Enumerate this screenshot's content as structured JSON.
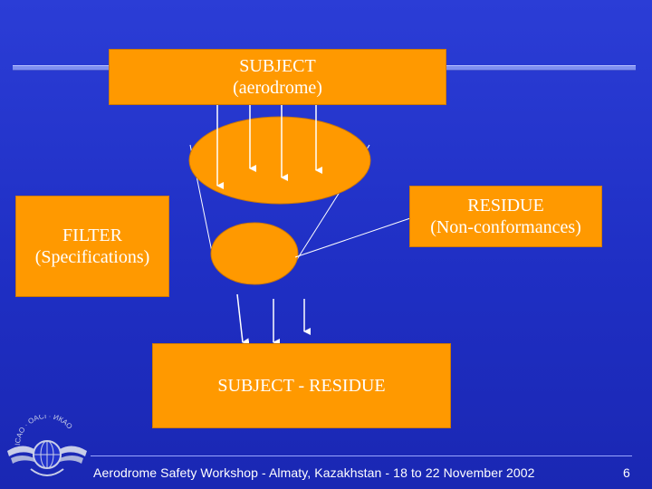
{
  "diagram": {
    "subject_box": {
      "line1": "SUBJECT",
      "line2": "(aerodrome)"
    },
    "filter_box": {
      "line1": "FILTER",
      "line2": "(Specifications)"
    },
    "residue_box": {
      "line1": "RESIDUE",
      "line2": "(Non-conformances)"
    },
    "result_box": {
      "label": "SUBJECT - RESIDUE"
    }
  },
  "colors": {
    "background": "#2233cc",
    "box_fill": "#ff9900",
    "line": "#ffffff"
  },
  "footer": {
    "text": "Aerodrome Safety Workshop - Almaty, Kazakhstan - 18 to 22 November 2002",
    "page_number": "6"
  },
  "logo": {
    "name": "icao-emblem-icon",
    "text": "ICAO · OACI · ИКАО"
  }
}
